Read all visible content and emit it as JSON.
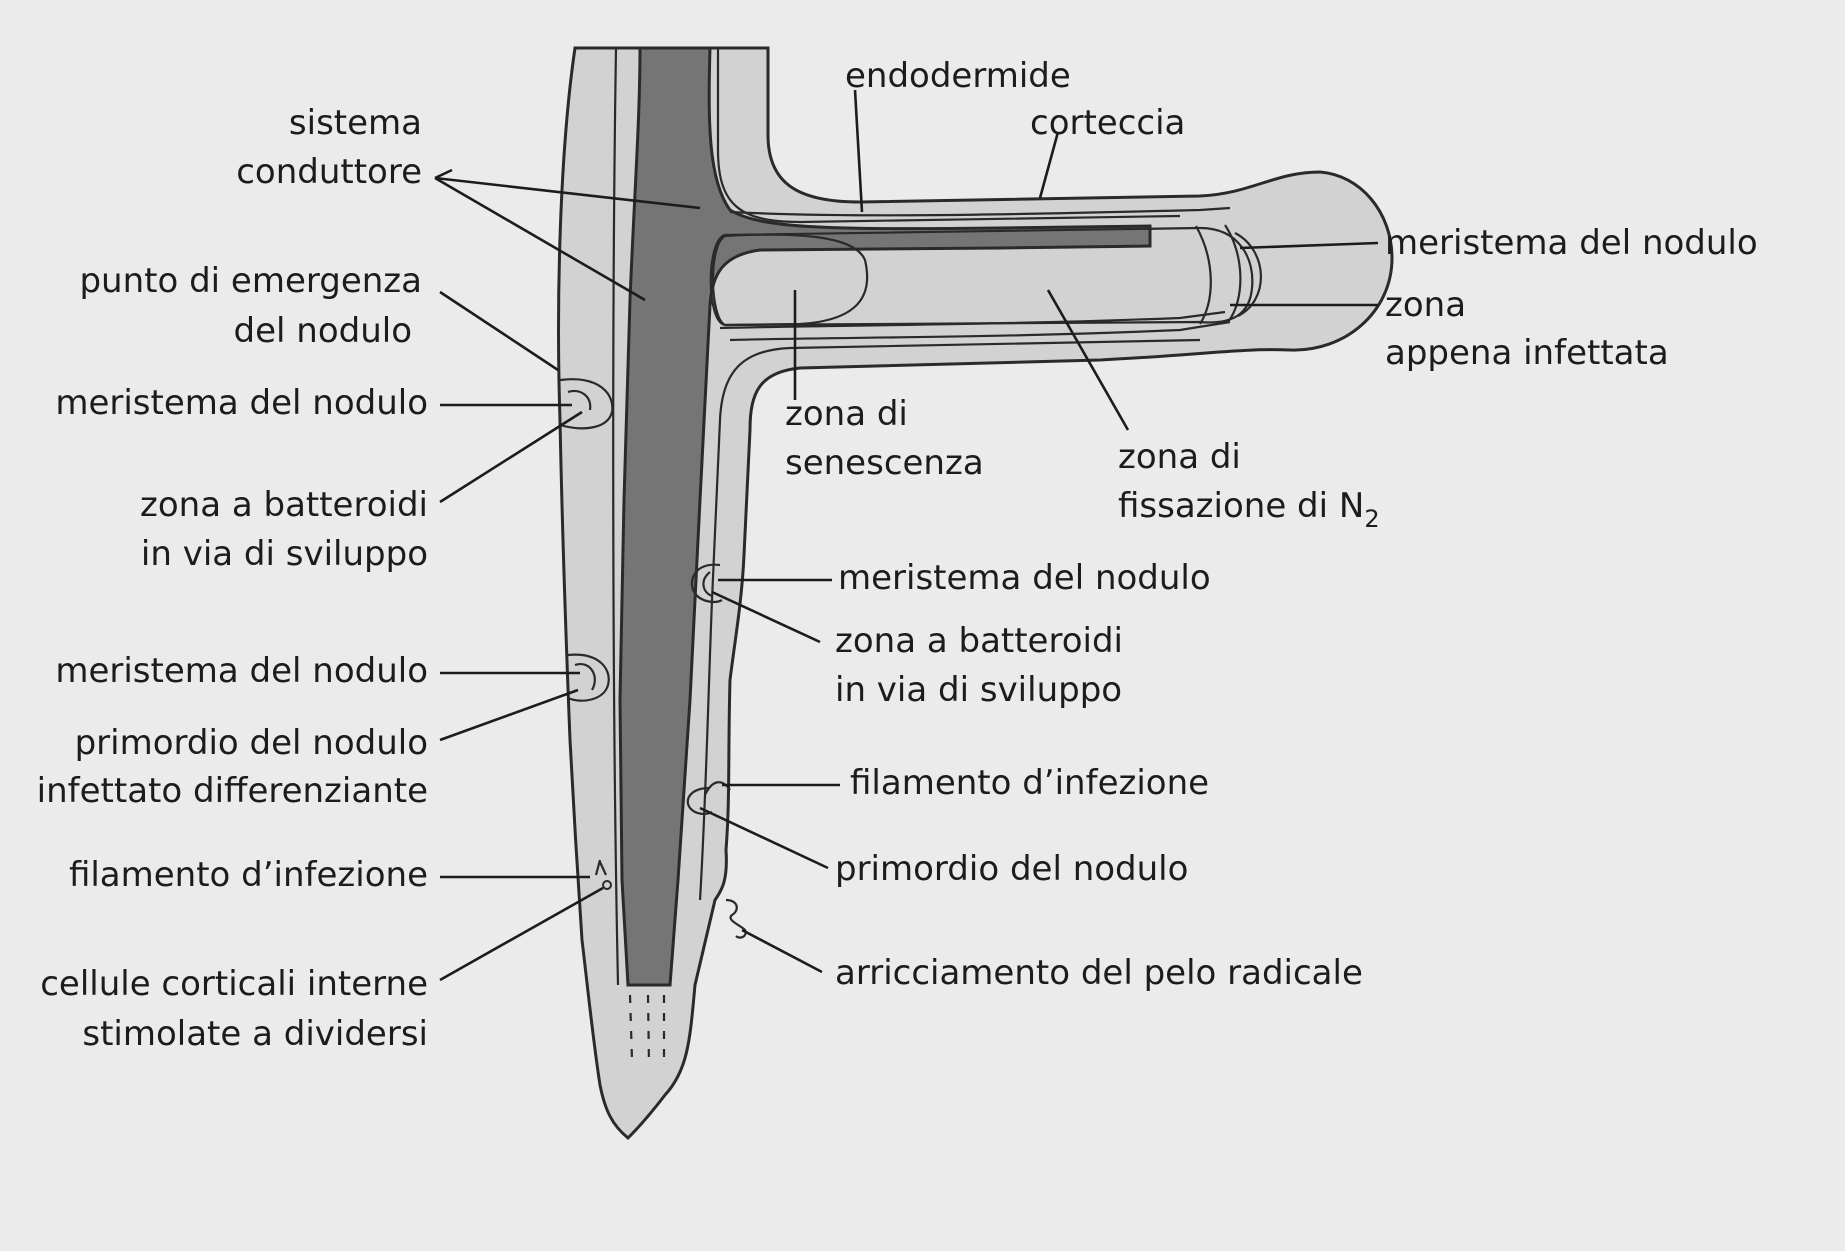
{
  "colors": {
    "background": "#ebebeb",
    "tissue": "#d2d2d2",
    "vascular": "#757575",
    "line": "#1c1c1c"
  },
  "labels": {
    "sistema_conduttore_1": "sistema",
    "sistema_conduttore_2": "conduttore",
    "endodermide": "endodermide",
    "corteccia": "corteccia",
    "punto_emergenza_1": "punto di emergenza",
    "punto_emergenza_2": "del nodulo",
    "meristema_nodulo_left_upper": "meristema del nodulo",
    "zona_batteroidi_left_1": "zona a batteroidi",
    "zona_batteroidi_left_2": "in via di sviluppo",
    "meristema_nodulo_left_lower": "meristema del nodulo",
    "primordio_infettato_1": "primordio del nodulo",
    "primordio_infettato_2": "infettato differenziante",
    "filamento_left": "filamento d’infezione",
    "cellule_corticali_1": "cellule corticali interne",
    "cellule_corticali_2": "stimolate a dividersi",
    "meristema_nodulo_top_right": "meristema del nodulo",
    "zona_appena_1": "zona",
    "zona_appena_2": "appena infettata",
    "zona_senescenza_1": "zona di",
    "zona_senescenza_2": "senescenza",
    "zona_fissazione_1": "zona di",
    "zona_fissazione_2": "fissazione di N",
    "zona_fissazione_sub": "2",
    "meristema_nodulo_mid_right": "meristema del nodulo",
    "zona_batteroidi_right_1": "zona a batteroidi",
    "zona_batteroidi_right_2": "in via di sviluppo",
    "filamento_right": "filamento d’infezione",
    "primordio_right": "primordio del nodulo",
    "arricciamento": "arricciamento del pelo radicale"
  }
}
